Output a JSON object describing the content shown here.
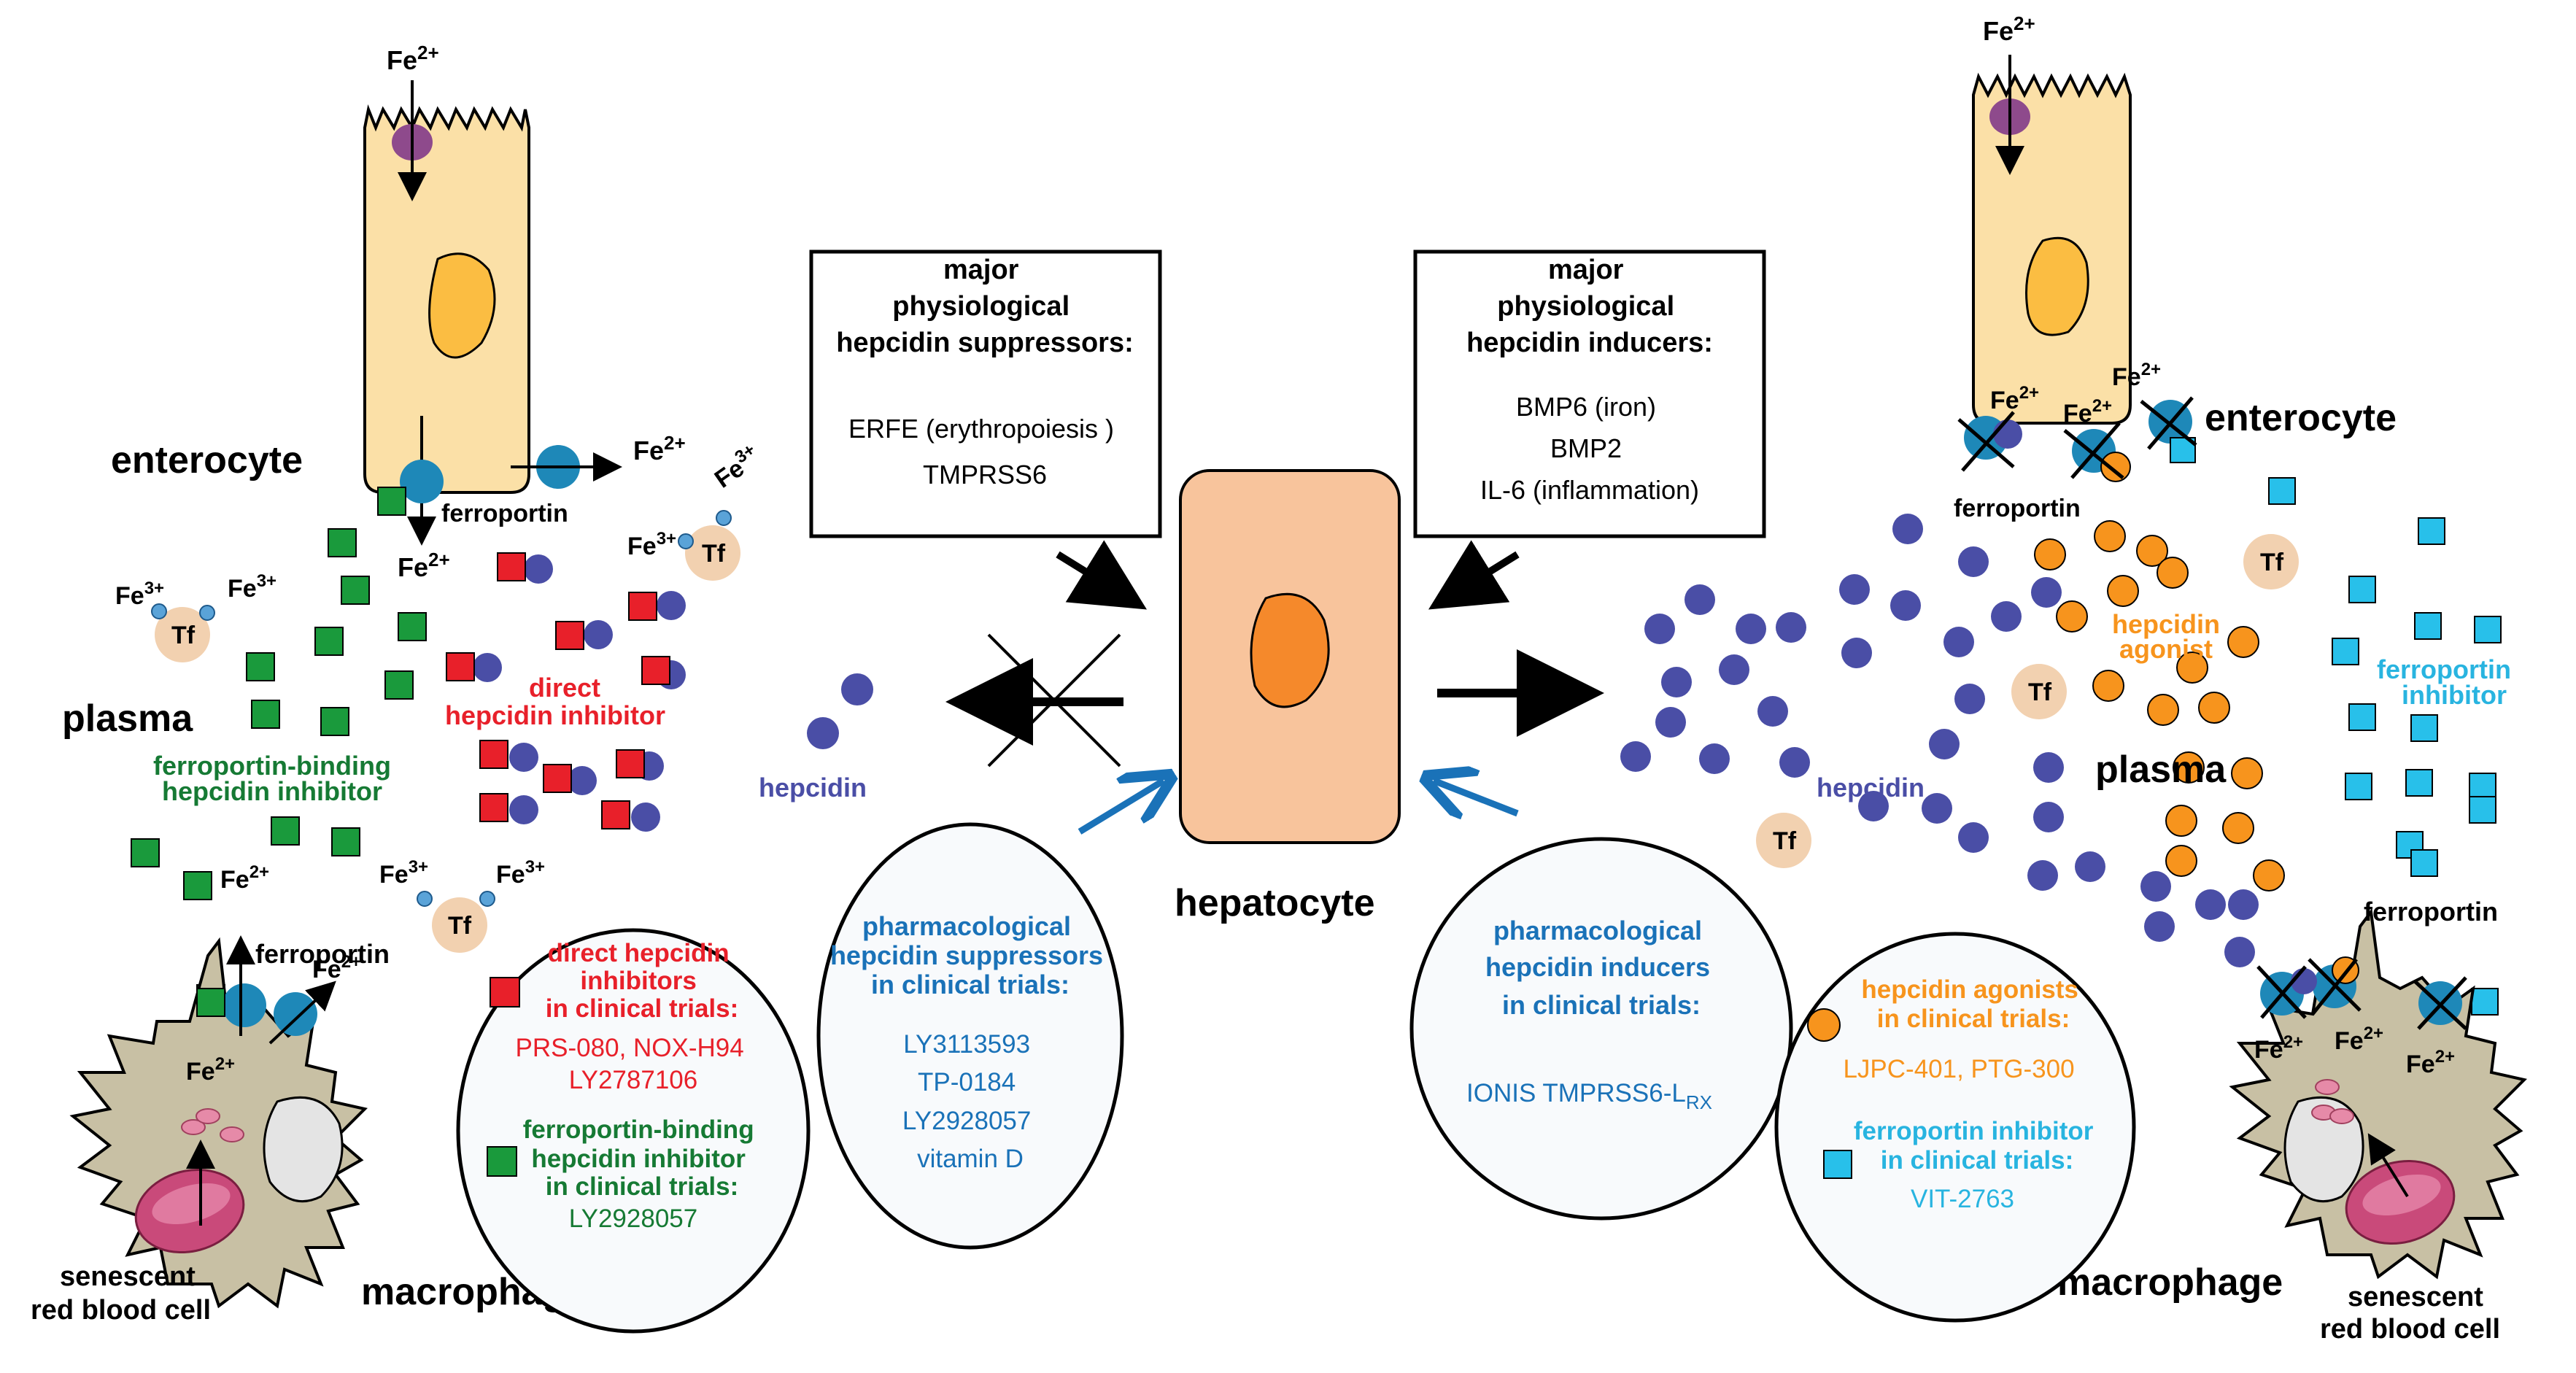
{
  "colors": {
    "enterocyte_fill": "#fbe0a7",
    "nucleus_yellow": "#fbbd42",
    "dmt1_purple": "#8e4a8c",
    "ferroportin_blue": "#1e88b8",
    "tf_fill": "#f2d1b0",
    "fe3_dot": "#5aa3d8",
    "hepcidin_dot": "#4a4ea6",
    "direct_inhibitor_red": "#e8202a",
    "fpn_binding_green": "#1a9a3c",
    "agonist_orange": "#f7941d",
    "fpn_inhibitor_cyan": "#28c0ea",
    "macrophage_fill": "#c8c0a4",
    "rbc_pink": "#c94a7a",
    "hepatocyte_fill": "#f8c49c",
    "hepatocyte_nucleus": "#f5892b",
    "pharma_blue": "#1a72b8",
    "red_text": "#e8202a",
    "green_text": "#167a34",
    "orange_text": "#f7941d",
    "cyan_text": "#28b4e0",
    "hepcidin_text": "#4a4ea6"
  },
  "left": {
    "fe2_top": "Fe",
    "fe2_top_sup": "2+",
    "enterocyte": "enterocyte",
    "ferroportin_top": "ferroportin",
    "fe2_right": "Fe",
    "fe2_right_sup": "2+",
    "fe2_below": "Fe",
    "fe2_below_sup": "2+",
    "fe3_a": "Fe",
    "fe3_a_sup": "3+",
    "fe3_b": "Fe",
    "fe3_b_sup": "3+",
    "fe3_c": "Fe",
    "fe3_c_sup": "3+",
    "fe3_d": "Fe",
    "fe3_d_sup": "3+",
    "fe3_e": "Fe",
    "fe3_e_sup": "3+",
    "fe3_f": "Fe",
    "fe3_f_sup": "3+",
    "tf": "Tf",
    "plasma": "plasma",
    "direct_inhibitor_line1": "direct",
    "direct_inhibitor_line2": "hepcidin inhibitor",
    "fpn_binding_line1": "ferroportin-binding",
    "fpn_binding_line2": "hepcidin inhibitor",
    "fe2_mac_top": "Fe",
    "fe2_mac_top_sup": "2+",
    "ferroportin_mac": "ferroportin",
    "fe2_mac_right": "Fe",
    "fe2_mac_right_sup": "2+",
    "fe2_mac_in": "Fe",
    "fe2_mac_in_sup": "2+",
    "macrophage": "macrophage",
    "senescent_l1": "senescent",
    "senescent_l2": "red blood cell",
    "circle_direct_title": [
      "direct hepcidin",
      "inhibitors",
      "in clinical trials:"
    ],
    "circle_direct_items": [
      "PRS-080, NOX-H94",
      "LY2787106"
    ],
    "circle_fpn_title": [
      "ferroportin-binding",
      "hepcidin inhibitor",
      "in clinical trials:"
    ],
    "circle_fpn_items": [
      "LY2928057"
    ]
  },
  "center": {
    "box_supp_title": [
      "major",
      "physiological",
      "hepcidin suppressors:"
    ],
    "box_supp_items": [
      "ERFE (erythropoiesis )",
      "TMPRSS6"
    ],
    "box_ind_title": [
      "major",
      "physiological",
      "hepcidin inducers:"
    ],
    "box_ind_items": [
      "BMP6 (iron)",
      "BMP2",
      "IL-6 (inflammation)"
    ],
    "hepcidin_left": "hepcidin",
    "hepatocyte": "hepatocyte",
    "circle_supp_title": [
      "pharmacological",
      "hepcidin suppressors",
      "in clinical trials:"
    ],
    "circle_supp_items": [
      "LY3113593",
      "TP-0184",
      "LY2928057",
      "vitamin D"
    ],
    "circle_ind_title": [
      "pharmacological",
      "hepcidin inducers",
      "in clinical trials:"
    ],
    "circle_ind_item": "IONIS TMPRSS6-L",
    "circle_ind_item_sub": "RX"
  },
  "right": {
    "fe2_top": "Fe",
    "fe2_top_sup": "2+",
    "enterocyte": "enterocyte",
    "ferroportin_top": "ferroportin",
    "fe2_a": "Fe",
    "fe2_a_sup": "2+",
    "fe2_b": "Fe",
    "fe2_b_sup": "2+",
    "fe2_c": "Fe",
    "fe2_c_sup": "2+",
    "tf": "Tf",
    "hepcidin_agonist_l1": "hepcidin",
    "hepcidin_agonist_l2": "agonist",
    "fpn_inhibitor_l1": "ferroportin",
    "fpn_inhibitor_l2": "inhibitor",
    "hepcidin": "hepcidin",
    "plasma": "plasma",
    "ferroportin_mac": "ferroportin",
    "fe2_mac_a": "Fe",
    "fe2_mac_a_sup": "2+",
    "fe2_mac_b": "Fe",
    "fe2_mac_b_sup": "2+",
    "fe2_mac_c": "Fe",
    "fe2_mac_c_sup": "2+",
    "macrophage": "macrophage",
    "senescent_l1": "senescent",
    "senescent_l2": "red blood cell",
    "circle_agonist_title": [
      "hepcidin agonists",
      "in clinical trials:"
    ],
    "circle_agonist_items": [
      "LJPC-401, PTG-300"
    ],
    "circle_fpninh_title": [
      "ferroportin inhibitor",
      "in clinical trials:"
    ],
    "circle_fpninh_items": [
      "VIT-2763"
    ]
  }
}
